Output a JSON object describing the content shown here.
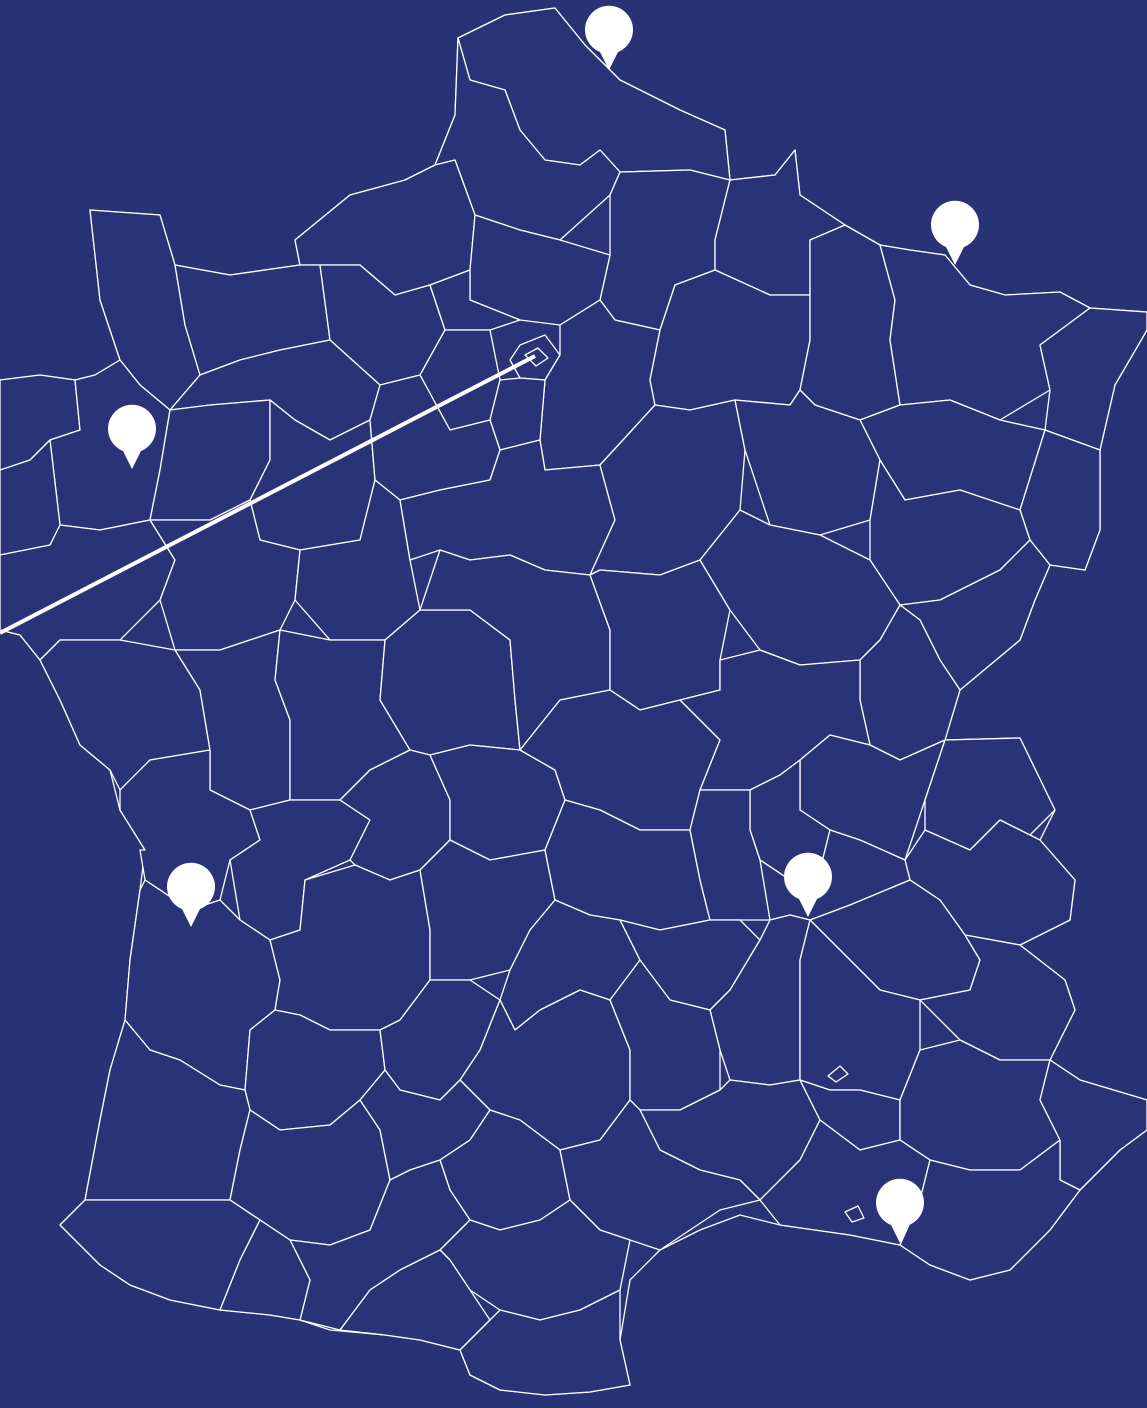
{
  "map": {
    "background_color": "#293275",
    "region_fill": "#2a3378",
    "border_color": "#ffffff",
    "route_color": "#ffffff",
    "marker_color": "#ffffff",
    "marker_icon": "map-pin-icon",
    "markers": [
      {
        "name": "marker-north"
      },
      {
        "name": "marker-north-east"
      },
      {
        "name": "marker-west"
      },
      {
        "name": "marker-south-west"
      },
      {
        "name": "marker-south-east-inland"
      },
      {
        "name": "marker-south-coast"
      }
    ]
  }
}
